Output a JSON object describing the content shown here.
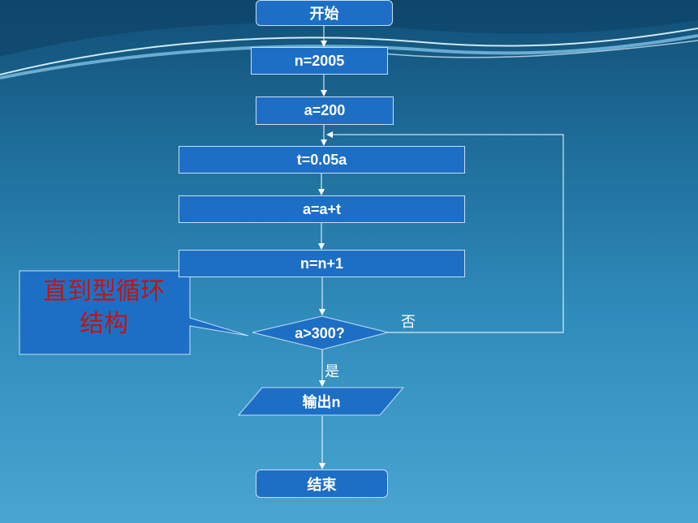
{
  "nodes": {
    "start": "开始",
    "init_n": "n=2005",
    "init_a": "a=200",
    "calc_t": "t=0.05a",
    "update_a": "a=a+t",
    "update_n": "n=n+1",
    "decision": "a>300?",
    "output": "输出n",
    "end": "结束"
  },
  "edge_labels": {
    "no": "否",
    "yes": "是"
  },
  "callout": {
    "line1": "直到型循环",
    "line2": "结构"
  },
  "colors": {
    "box_fill": "#1d6fc6",
    "box_border": "#c9def3",
    "callout_text": "#c3140f"
  }
}
